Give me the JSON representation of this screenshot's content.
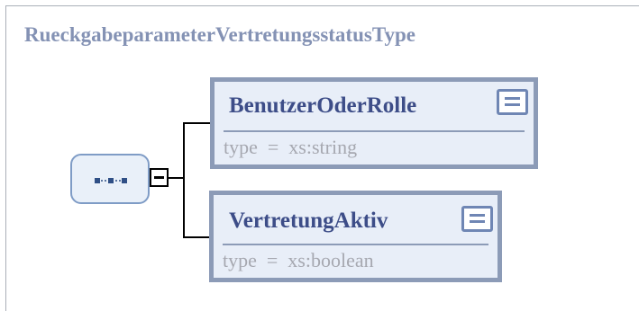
{
  "complex_type": {
    "name": "RueckgabeparameterVertretungsstatusType"
  },
  "compositor": {
    "kind": "sequence",
    "icon": "sequence-icon",
    "toggle_icon": "collapse-minus-icon"
  },
  "elements": [
    {
      "name": "BenutzerOderRolle",
      "type_label": "type  =  xs:string",
      "icon": "documentation-icon"
    },
    {
      "name": "VertretungAktiv",
      "type_label": "type  =  xs:boolean",
      "icon": "documentation-icon"
    }
  ],
  "colors": {
    "title": "#8492b4",
    "element_name": "#3d4d88",
    "element_border": "#8c9bb7",
    "element_fill": "#e8eef8",
    "compositor_fill": "#e9f0f9",
    "compositor_border": "#7f9cc6"
  }
}
